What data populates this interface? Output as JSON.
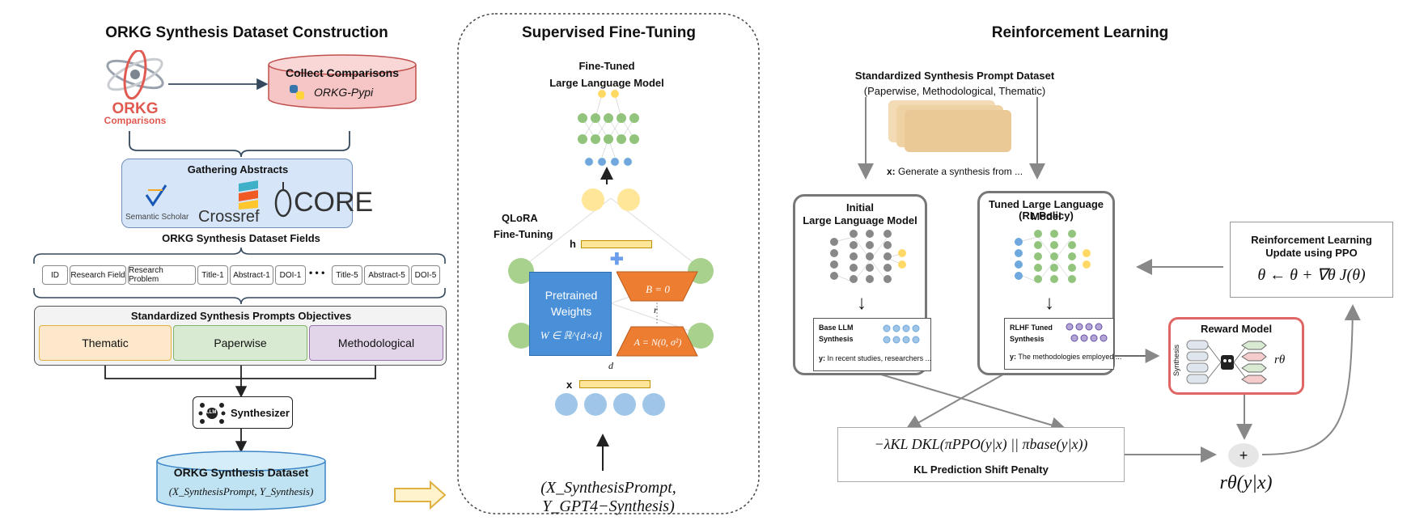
{
  "left": {
    "title": "ORKG Synthesis Dataset Construction",
    "orkg_logo": "ORKG",
    "orkg_logo_sub": "Comparisons",
    "collect_title": "Collect Comparisons",
    "collect_sub": "ORKG-Pypi",
    "gathering_title": "Gathering Abstracts",
    "semantic_scholar": "Semantic Scholar",
    "crossref": "Crossref",
    "core": "CORE",
    "fields_title": "ORKG Synthesis Dataset Fields",
    "fields": [
      "ID",
      "Research Field",
      "Research Problem",
      "Title-1",
      "Abstract-1",
      "DOI-1",
      "Title-5",
      "Abstract-5",
      "DOI-5"
    ],
    "ellipsis": "• • •",
    "objectives_title": "Standardized Synthesis Prompts Objectives",
    "objectives": [
      "Thematic",
      "Paperwise",
      "Methodological"
    ],
    "synthesizer": "Synthesizer",
    "llm_chip": "LLM",
    "dataset_title": "ORKG Synthesis Dataset",
    "dataset_formula": "(X_SynthesisPrompt, Y_Synthesis)"
  },
  "middle": {
    "title": "Supervised Fine-Tuning",
    "ft_model_label_1": "Fine-Tuned",
    "ft_model_label_2": "Large Language Model",
    "qlora_1": "QLoRA",
    "qlora_2": "Fine-Tuning",
    "h_label": "h",
    "pretrained_1": "Pretrained",
    "pretrained_2": "Weights",
    "w_formula": "W ∈ ℝ^{d×d}",
    "b_formula": "B = 0",
    "a_formula": "A = N(0, σ²)",
    "r_label": "r",
    "d_label": "d",
    "x_label": "x",
    "input_formula": "(X_SynthesisPrompt, Y_GPT4−Synthesis)"
  },
  "right": {
    "title": "Reinforcement Learning",
    "prompt_dataset_1": "Standardized Synthesis Prompt Dataset",
    "prompt_dataset_2": "(Paperwise, Methodological, Thematic)",
    "x_prompt_prefix": "x:",
    "x_prompt": "Generate a synthesis from ...",
    "initial_1": "Initial",
    "initial_2": "Large Language Model",
    "tuned_1": "Tuned Large Language Model",
    "tuned_2": "(RL Policy)",
    "base_synth_1": "Base LLM",
    "base_synth_2": "Synthesis",
    "base_y_prefix": "y:",
    "base_y": "In recent studies, researchers ...",
    "rlhf_synth_1": "RLHF Tuned",
    "rlhf_synth_2": "Synthesis",
    "rlhf_y_prefix": "y:",
    "rlhf_y": "The methodologies employed ...",
    "rl_update_1": "Reinforcement Learning",
    "rl_update_2": "Update using PPO",
    "ppo_formula": "θ ← θ + ∇θ J(θ)",
    "reward_title": "Reward Model",
    "reward_side": "Synthesis",
    "reward_r": "rθ",
    "kl_formula": "−λKL DKL(πPPO(y|x) || πbase(y|x))",
    "kl_label": "KL Prediction Shift Penalty",
    "plus": "+",
    "final_reward": "rθ(y|x)"
  },
  "colors": {
    "orkg_red": "#e05a52",
    "collect_fill": "#f6c6c6",
    "gathering_fill": "#d6e6f8",
    "thematic": "#fde8cc",
    "paperwise": "#d9ead3",
    "methodological": "#e2d5ea",
    "dataset_fill": "#bfe3f3",
    "nn_green": "#93c47d",
    "nn_blue": "#6fa8dc",
    "nn_yellow": "#ffd966",
    "weights_blue": "#4a90d9",
    "lora_orange": "#ed7d31",
    "reward_border": "#e06666"
  }
}
